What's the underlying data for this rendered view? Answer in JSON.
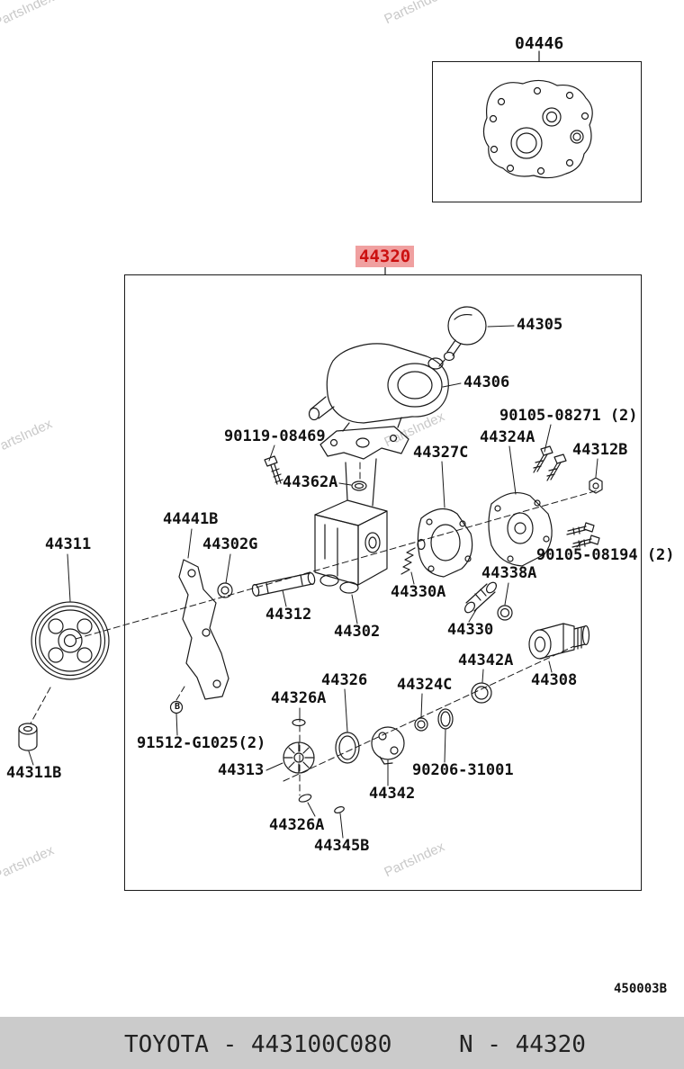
{
  "watermark": {
    "text": "PartsIndex",
    "color": "#c9c9c9"
  },
  "colors": {
    "highlight_bg": "#f0a0a0",
    "highlight_fg": "#cc1111",
    "footer_bg": "#cbcbcb",
    "line": "#1a1a1a"
  },
  "subassembly": {
    "label": "04446"
  },
  "assembly": {
    "label": "44320"
  },
  "part_labels": {
    "p44305": "44305",
    "p44306": "44306",
    "p90105_08271": "90105-08271 (2)",
    "p90119_08469": "90119-08469",
    "p44324a": "44324A",
    "p44327c": "44327C",
    "p44312b": "44312B",
    "p44362a": "44362A",
    "p90105_08194": "90105-08194 (2)",
    "p44441b": "44441B",
    "p44302g": "44302G",
    "p44311": "44311",
    "p44338a": "44338A",
    "p44312": "44312",
    "p44302": "44302",
    "p44330a": "44330A",
    "p44330": "44330",
    "p44342a": "44342A",
    "p44308": "44308",
    "p44326": "44326",
    "p44326a_1": "44326A",
    "p44324c": "44324C",
    "p91512": "91512-G1025(2)",
    "p44313": "44313",
    "p90206": "90206-31001",
    "p44342": "44342",
    "p44326a_2": "44326A",
    "p44345b": "44345B",
    "p44311b": "44311B",
    "bolt_marker": "B"
  },
  "drawing_number": "450003B",
  "footer": {
    "part_code": "TOYOTA - 443100C080",
    "figure_code": "N - 44320"
  }
}
